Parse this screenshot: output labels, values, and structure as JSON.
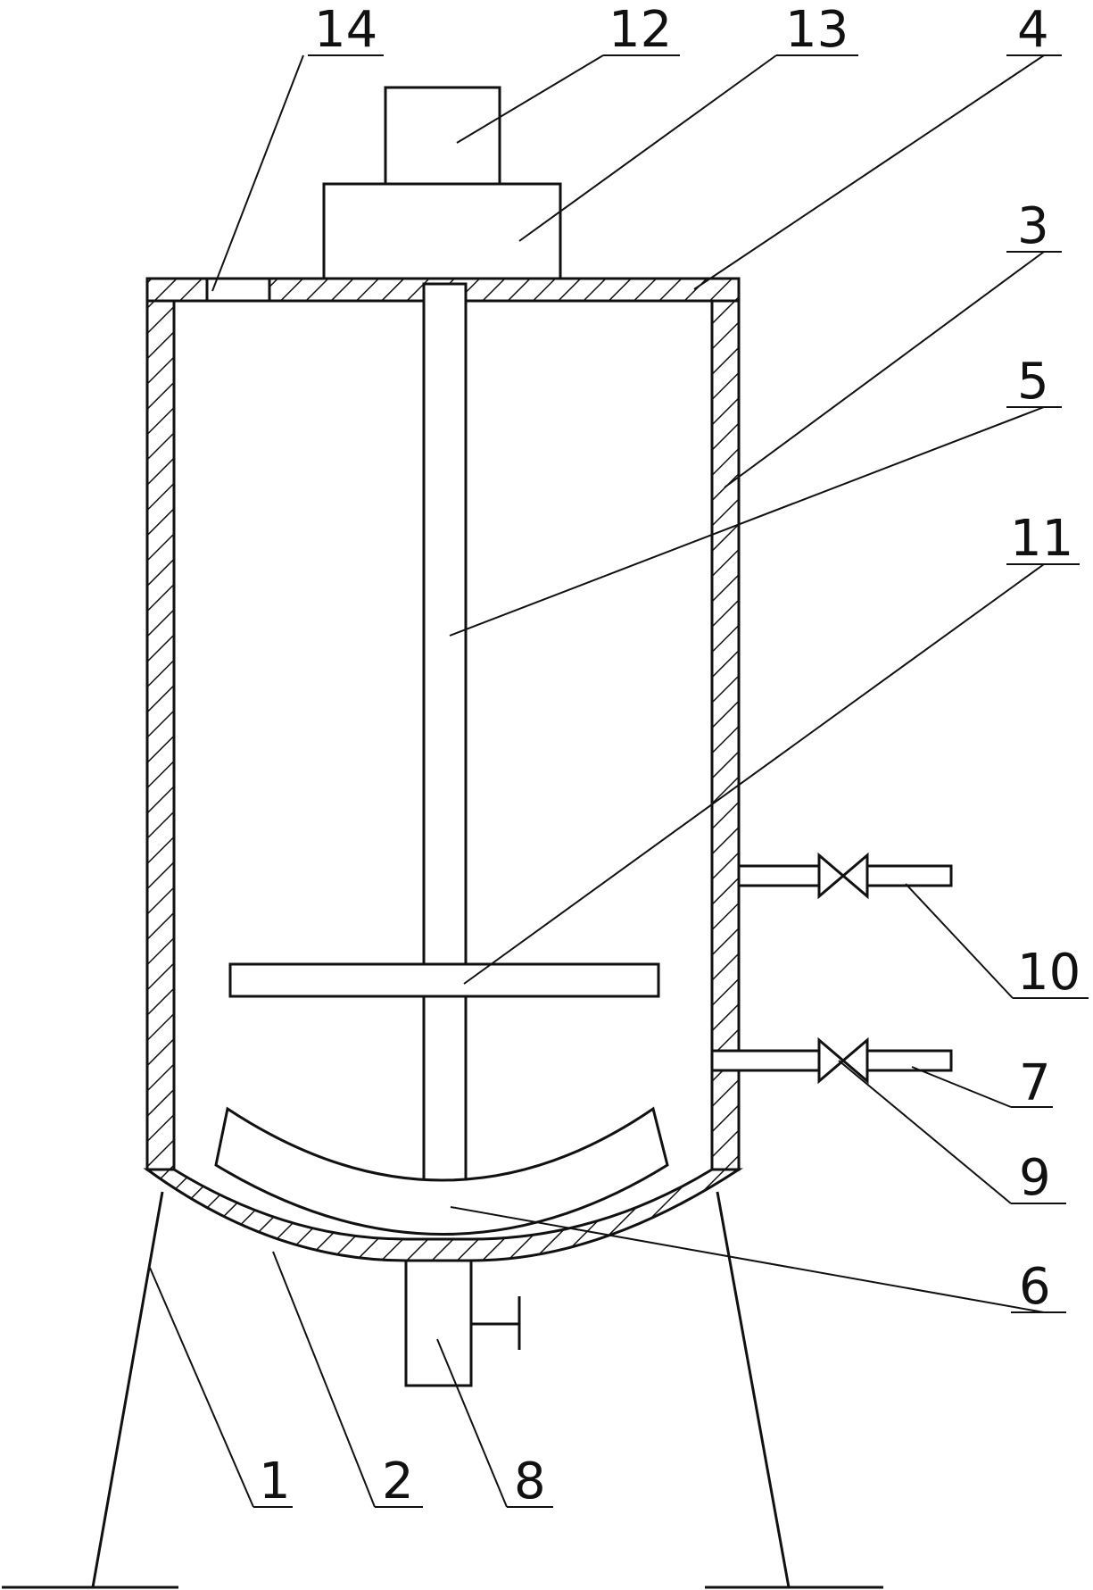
{
  "diagram": {
    "callouts": [
      "14",
      "12",
      "13",
      "4",
      "3",
      "5",
      "11",
      "10",
      "7",
      "9",
      "6",
      "1",
      "2",
      "8"
    ]
  },
  "colors": {
    "line": "#111111",
    "background": "#ffffff"
  }
}
